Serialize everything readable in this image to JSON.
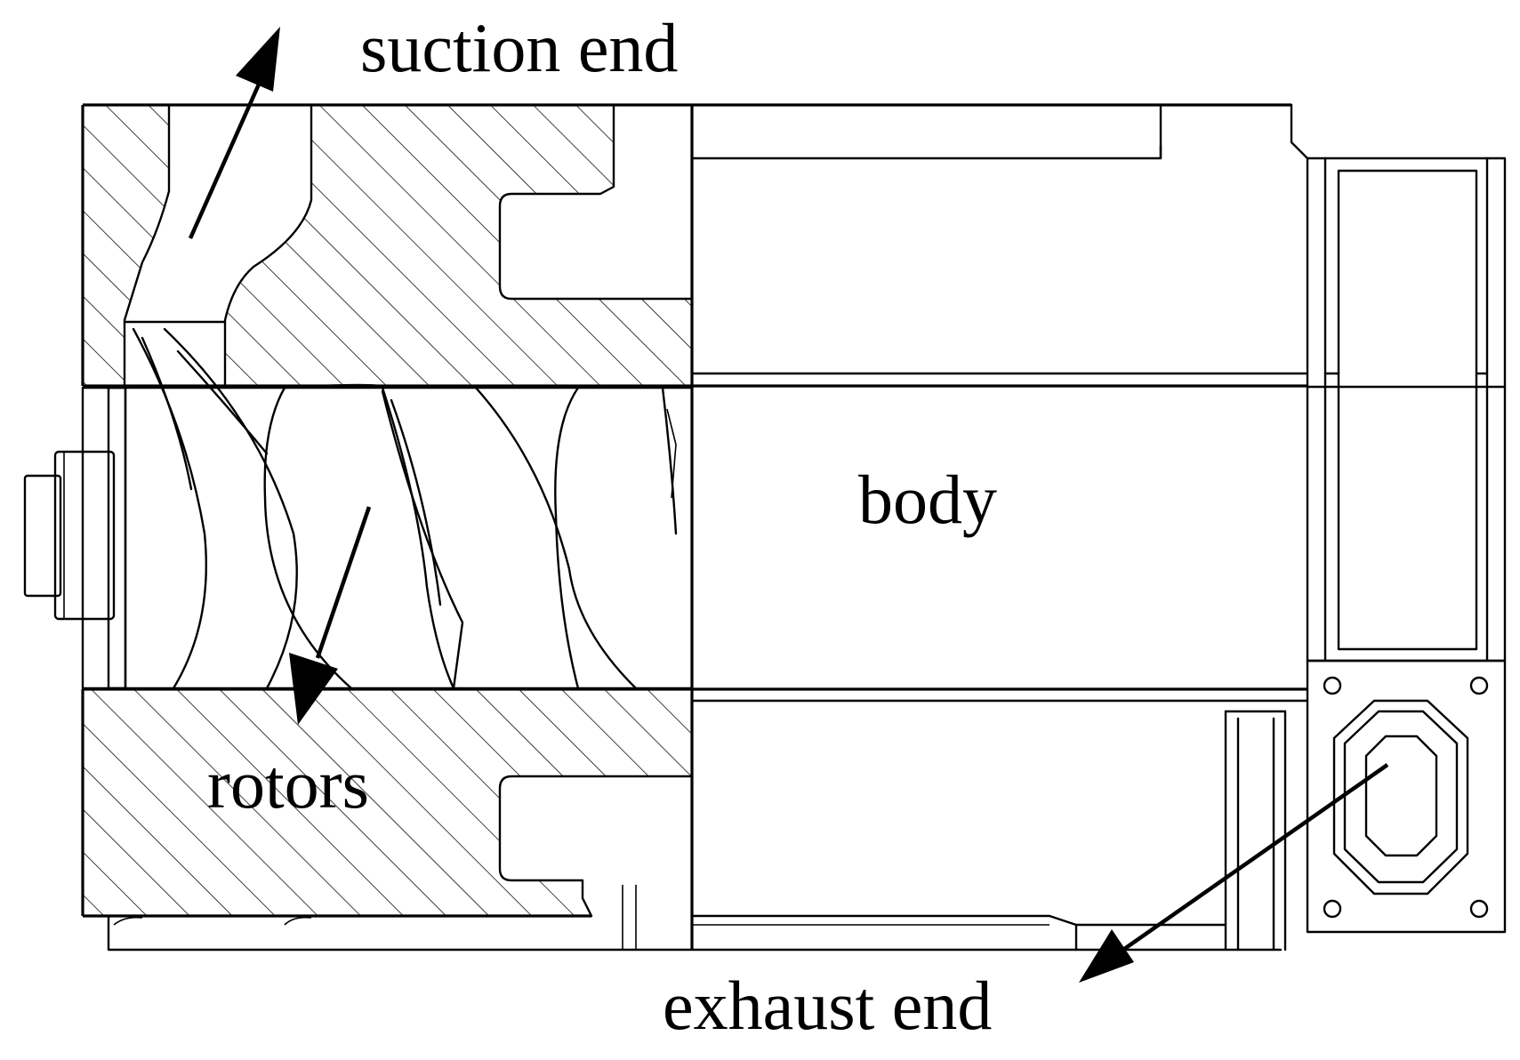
{
  "labels": {
    "suction_end": "suction end",
    "body": "body",
    "rotors": "rotors",
    "exhaust_end": "exhaust end"
  }
}
